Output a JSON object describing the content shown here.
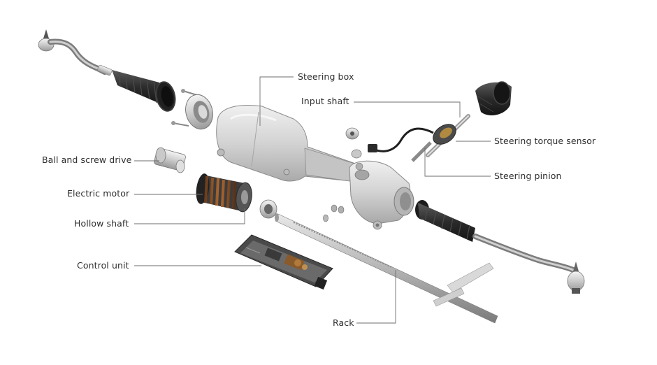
{
  "labels": {
    "steering_box": "Steering box",
    "input_shaft": "Input shaft",
    "steering_torque_sensor": "Steering torque sensor",
    "steering_pinion": "Steering pinion",
    "ball_and_screw_drive": "Ball and screw drive",
    "electric_motor": "Electric motor",
    "hollow_shaft": "Hollow shaft",
    "control_unit": "Control unit",
    "rack": "Rack"
  }
}
